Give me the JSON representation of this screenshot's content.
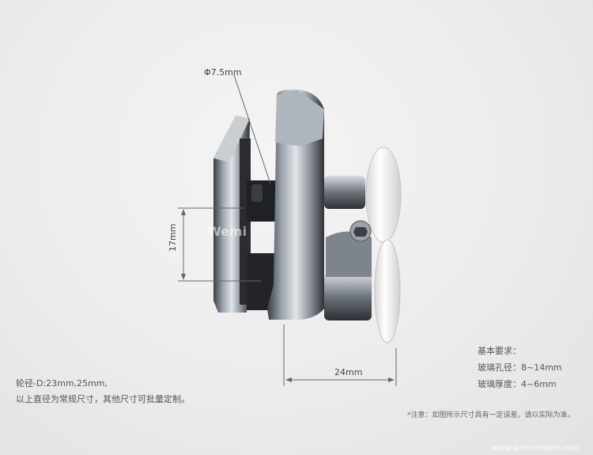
{
  "dimensions": {
    "hole_diameter": "Φ7.5mm",
    "height": "17mm",
    "width": "24mm"
  },
  "wheel_info": {
    "line1": "轮径-D:23mm,25mm,",
    "line2": "以上直径为常规尺寸，其他尺寸可批量定制。"
  },
  "requirements": {
    "title": "基本要求：",
    "hole": "玻璃孔径：8~14mm",
    "thickness": "玻璃厚度：4~6mm"
  },
  "note": "*注意：如图所示尺寸具有一定误差，请以实际为准。",
  "watermark": {
    "center": "Wemi",
    "url": "www.wemi-home.com"
  },
  "colors": {
    "background": "#ececec",
    "chrome_dark": "#2a2c30",
    "chrome_light": "#d8dde2",
    "wheel": "#f3f3f3",
    "dimension_line": "#666666"
  }
}
